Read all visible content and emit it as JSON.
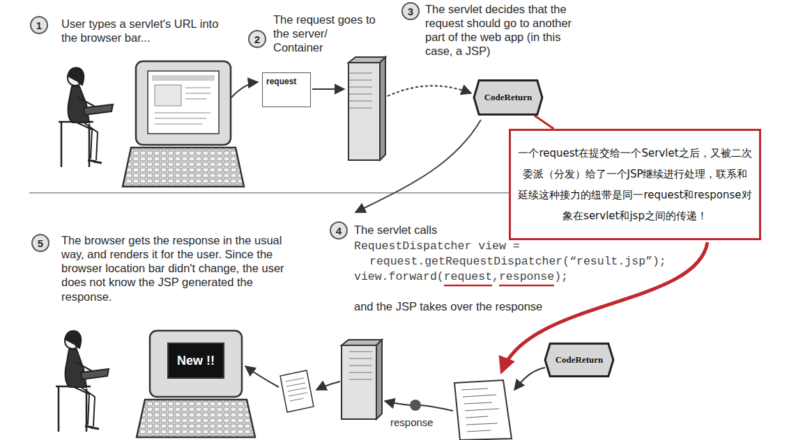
{
  "diagram": {
    "nodes": [
      {
        "text": [
          "request"
        ]
      },
      {
        "text": [
          "CodeReturn"
        ]
      },
      {
        "text": [
          "一个request在提交给一个Servlet之后，又被二次委派（分发）给了一个JSP继续进行处理，联系和延续这种接力的纽带是同一request和response对象在servlet和jsp之间的传递！"
        ]
      },
      {
        "text": [
          "CodeReturn"
        ]
      },
      {
        "text": [
          "New !!"
        ]
      }
    ],
    "edges": [
      {
        "from": 1,
        "to": 2,
        "arrow": "none"
      }
    ],
    "labels": [
      "1",
      "User types a servlet's URL into the browser bar...",
      "2",
      "The request goes to the server/ Container",
      "3",
      "The servlet decides that the request should go to another part of the web app (in this case, a JSP)",
      "4",
      "The servlet calls",
      "RequestDispatcher view =",
      "request.getRequestDispatcher(“result.jsp”);",
      "view.forward(request,response);",
      "and the JSP takes over the response",
      "5",
      "The browser gets the response in the usual way, and renders it for the user. Since the browser location bar didn't change, the user does not know the JSP generated the response.",
      "response"
    ]
  }
}
